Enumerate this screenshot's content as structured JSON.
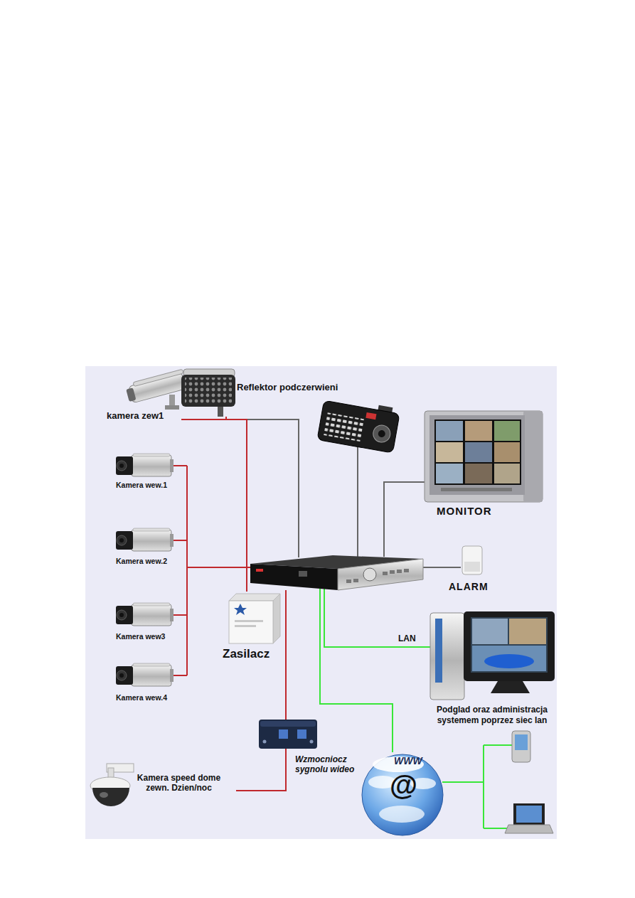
{
  "diagram": {
    "nodes": [
      {
        "text": [
          "Reflektor podczerwieni"
        ]
      },
      {
        "text": [
          "kamera zew1"
        ]
      },
      {
        "text": [
          "Kamera wew.1"
        ]
      },
      {
        "text": [
          "Kamera wew.2"
        ]
      },
      {
        "text": [
          "Kamera wew3"
        ]
      },
      {
        "text": [
          "Kamera wew.4"
        ]
      },
      {
        "text": [
          "Zasilacz"
        ]
      },
      {
        "text": [
          "MONITOR"
        ]
      },
      {
        "text": [
          "ALARM"
        ]
      },
      {
        "text": [
          "Podglad oraz administracja systemem poprzez siec lan"
        ]
      },
      {
        "text": [
          "Wzmocniocz sygnolu wideo"
        ]
      },
      {
        "text": [
          "Kamera speed dome zewn. Dzien/noc"
        ]
      },
      {
        "text": [
          "WWW",
          "@"
        ]
      }
    ],
    "edges": [
      {
        "from": 1,
        "to": 6,
        "arrow": "none"
      },
      {
        "from": 0,
        "to": 6,
        "arrow": "none"
      },
      {
        "from": 10,
        "to": 11,
        "arrow": "none"
      }
    ],
    "labels": [
      "LAN"
    ]
  }
}
